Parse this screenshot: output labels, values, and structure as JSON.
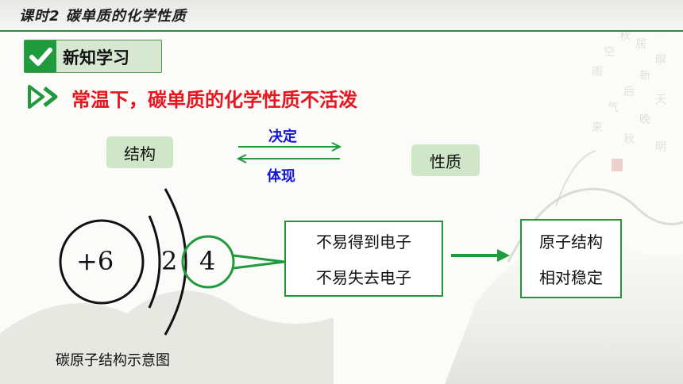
{
  "header": {
    "lesson_title": "课时2  碳单质的化学性质"
  },
  "section": {
    "label": "新知学习"
  },
  "headline": "常温下，碳单质的化学性质不活泼",
  "relation": {
    "structure": "结构",
    "property": "性质",
    "determines": "决定",
    "reflects": "体现"
  },
  "atom": {
    "nucleus": "+6",
    "shell_1": "2",
    "shell_2": "4",
    "caption": "碳原子结构示意图"
  },
  "electron_box": {
    "line1": "不易得到电子",
    "line2": "不易失去电子"
  },
  "result_box": {
    "line1": "原子结构",
    "line2": "相对稳定"
  },
  "colors": {
    "accent_green": "#1f9a3c",
    "headline_red": "#e8141e",
    "label_blue": "#1414d8",
    "box_green": "#cfe6c9"
  }
}
